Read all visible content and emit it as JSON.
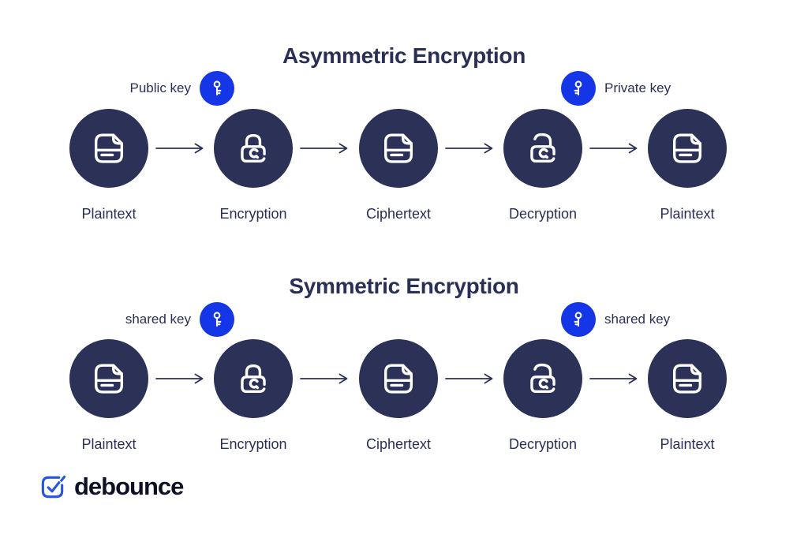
{
  "colors": {
    "node_navy": "#2b3157",
    "text_navy": "#292f55",
    "key_blue": "#1536e6",
    "logo_blue": "#2456e0",
    "logo_text": "#0e1126",
    "background": "#ffffff"
  },
  "icons": {
    "key": "key-icon",
    "document": "document-icon",
    "lock_closed": "lock-closed-icon",
    "lock_open": "lock-open-icon",
    "connector": "arrow-right-icon",
    "logo": "check-badge-icon"
  },
  "sections": [
    {
      "title": "Asymmetric Encryption",
      "keys": {
        "left": {
          "label": "Public key",
          "icon": "key-icon"
        },
        "right": {
          "label": "Private key",
          "icon": "key-icon"
        }
      },
      "steps": [
        {
          "label": "Plaintext",
          "icon": "document-icon"
        },
        {
          "label": "Encryption",
          "icon": "lock-closed-icon"
        },
        {
          "label": "Ciphertext",
          "icon": "document-icon"
        },
        {
          "label": "Decryption",
          "icon": "lock-open-icon"
        },
        {
          "label": "Plaintext",
          "icon": "document-icon"
        }
      ]
    },
    {
      "title": "Symmetric Encryption",
      "keys": {
        "left": {
          "label": "shared key",
          "icon": "key-icon"
        },
        "right": {
          "label": "shared key",
          "icon": "key-icon"
        }
      },
      "steps": [
        {
          "label": "Plaintext",
          "icon": "document-icon"
        },
        {
          "label": "Encryption",
          "icon": "lock-closed-icon"
        },
        {
          "label": "Ciphertext",
          "icon": "document-icon"
        },
        {
          "label": "Decryption",
          "icon": "lock-open-icon"
        },
        {
          "label": "Plaintext",
          "icon": "document-icon"
        }
      ]
    }
  ],
  "logo": {
    "wordmark": "debounce"
  }
}
